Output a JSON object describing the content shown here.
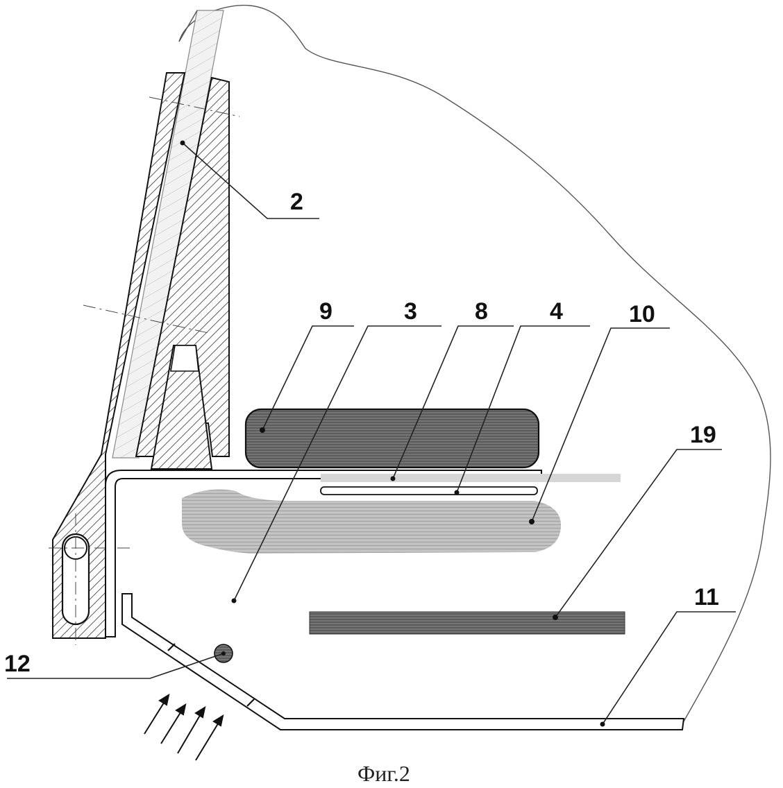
{
  "figure": {
    "caption": "Фиг.2",
    "labels": [
      {
        "id": "2",
        "text": "2"
      },
      {
        "id": "9",
        "text": "9"
      },
      {
        "id": "3",
        "text": "3"
      },
      {
        "id": "8",
        "text": "8"
      },
      {
        "id": "4",
        "text": "4"
      },
      {
        "id": "10",
        "text": "10"
      },
      {
        "id": "19",
        "text": "19"
      },
      {
        "id": "11",
        "text": "11"
      },
      {
        "id": "12",
        "text": "12"
      }
    ]
  }
}
